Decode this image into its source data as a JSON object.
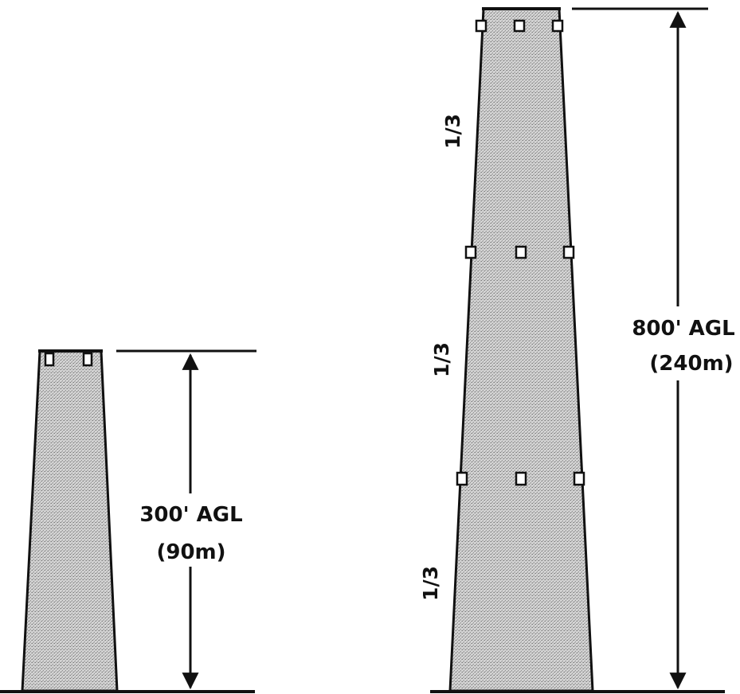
{
  "short_tower": {
    "height_label": "300' AGL",
    "metric_label": "(90m)"
  },
  "tall_tower": {
    "height_label": "800' AGL",
    "metric_label": "(240m)",
    "segment_labels": [
      "1/3",
      "1/3",
      "1/3"
    ]
  },
  "colors": {
    "ink": "#111111",
    "tower_fill": "#c9c9c9",
    "marker_fill": "#ffffff"
  }
}
